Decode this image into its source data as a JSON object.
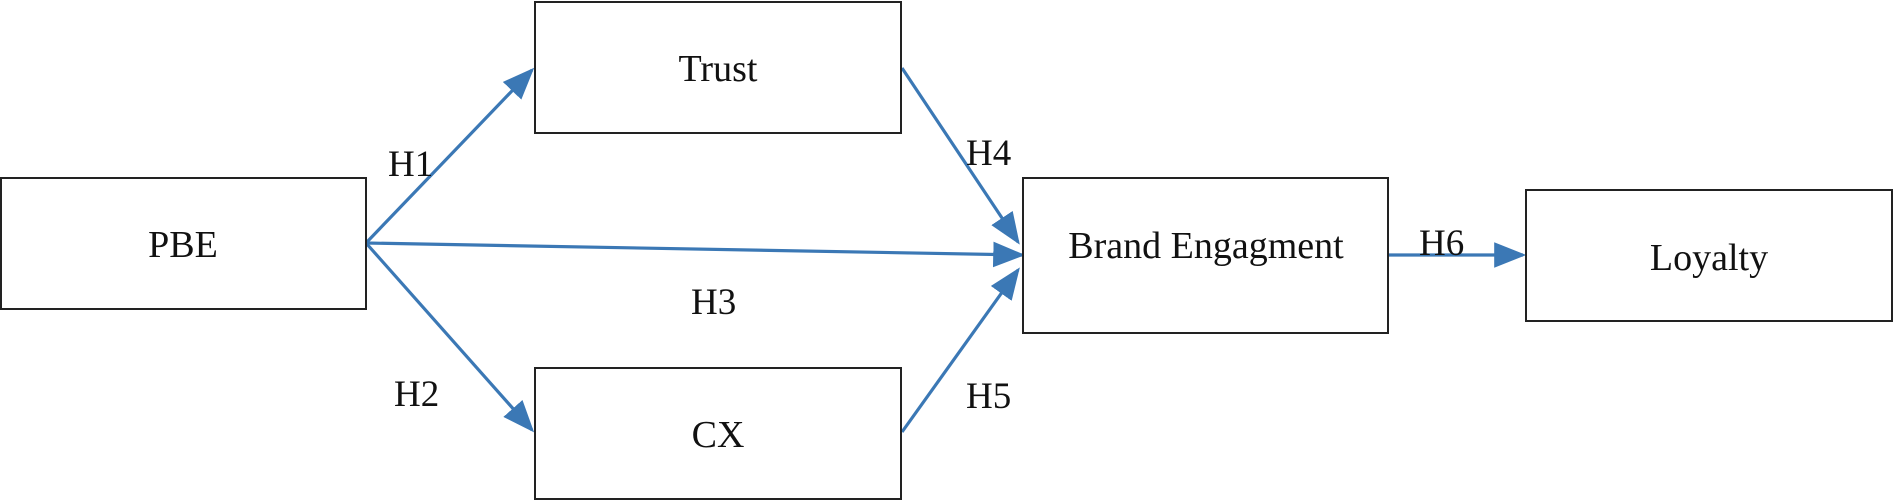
{
  "diagram": {
    "colors": {
      "arrow": "#3b78b5",
      "box_border": "#222222",
      "text": "#111111",
      "background": "#ffffff"
    },
    "nodes": {
      "pbe": "PBE",
      "trust": "Trust",
      "cx": "CX",
      "brand_engagement": "Brand Engagment",
      "loyalty": "Loyalty"
    },
    "edges": [
      {
        "label": "H1",
        "from": "PBE",
        "to": "Trust"
      },
      {
        "label": "H2",
        "from": "PBE",
        "to": "CX"
      },
      {
        "label": "H3",
        "from": "PBE",
        "to": "Brand Engagment"
      },
      {
        "label": "H4",
        "from": "Trust",
        "to": "Brand Engagment"
      },
      {
        "label": "H5",
        "from": "CX",
        "to": "Brand Engagment"
      },
      {
        "label": "H6",
        "from": "Brand Engagment",
        "to": "Loyalty"
      }
    ]
  }
}
